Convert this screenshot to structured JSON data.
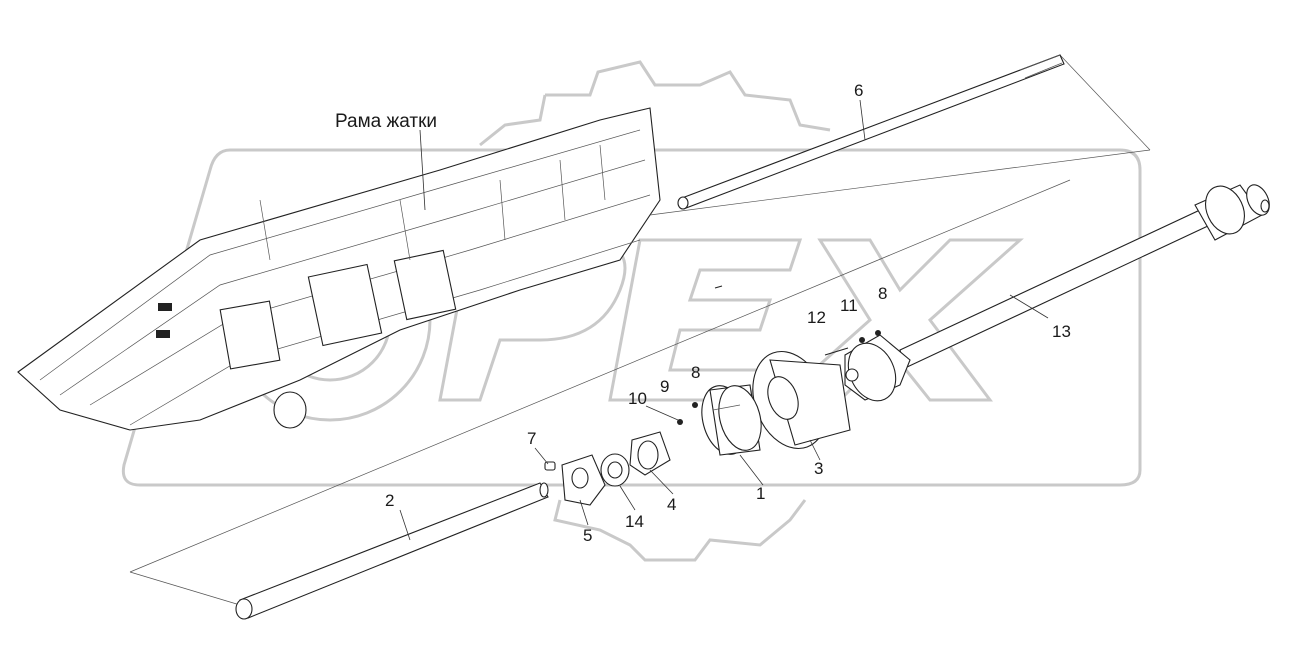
{
  "frame_label": "Рама жатки",
  "parts": [
    {
      "id": "p1",
      "number": "1"
    },
    {
      "id": "p2",
      "number": "2"
    },
    {
      "id": "p3",
      "number": "3"
    },
    {
      "id": "p4",
      "number": "4"
    },
    {
      "id": "p5",
      "number": "5"
    },
    {
      "id": "p6",
      "number": "6"
    },
    {
      "id": "p7",
      "number": "7"
    },
    {
      "id": "p8a",
      "number": "8"
    },
    {
      "id": "p8b",
      "number": "8"
    },
    {
      "id": "p9",
      "number": "9"
    },
    {
      "id": "p10",
      "number": "10"
    },
    {
      "id": "p11",
      "number": "11"
    },
    {
      "id": "p12",
      "number": "12"
    },
    {
      "id": "p13",
      "number": "13"
    },
    {
      "id": "p14",
      "number": "14"
    }
  ],
  "watermark": "OPEX"
}
